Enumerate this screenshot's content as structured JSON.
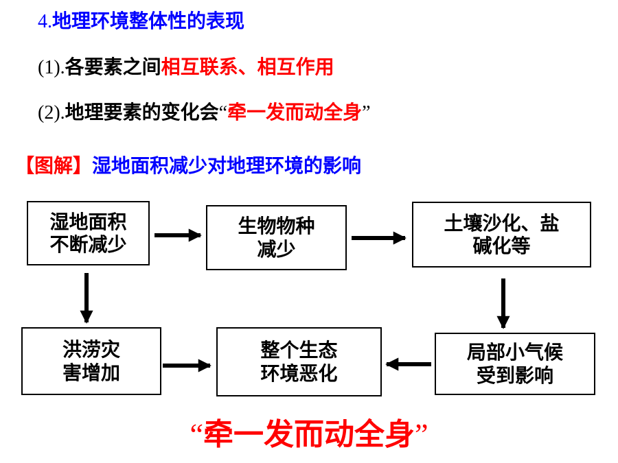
{
  "heading": {
    "number": "4.",
    "title": "地理环境整体性的表现"
  },
  "points": [
    {
      "number": "(1).",
      "prefix": "各要素之间",
      "highlight": "相互联系、相互作用",
      "quote_open": "",
      "quote_close": ""
    },
    {
      "number": "(2).",
      "prefix": "地理要素的变化会",
      "highlight": "牵一发而动全身",
      "quote_open": "“",
      "quote_close": "”"
    }
  ],
  "diagram_title": {
    "tag": "【图解】",
    "text": "湿地面积减少对地理环境的影响"
  },
  "boxes": {
    "wetland": [
      "湿地面积",
      "不断减少"
    ],
    "species": [
      "生物物种",
      "减少"
    ],
    "soil": [
      "土壤沙化、盐",
      "碱化等"
    ],
    "flood": [
      "洪涝灾",
      "害增加"
    ],
    "environment": [
      "整个生态",
      "环境恶化"
    ],
    "climate": [
      "局部小气候",
      "受到影响"
    ]
  },
  "slogan": {
    "quote_open": "“",
    "text": "牵一发而动全身",
    "quote_close": "”"
  },
  "colors": {
    "heading": "#0000ff",
    "highlight": "#ff0000",
    "tag": "#ff0000",
    "diagram_title": "#0000ff",
    "arrow": "#000000"
  }
}
